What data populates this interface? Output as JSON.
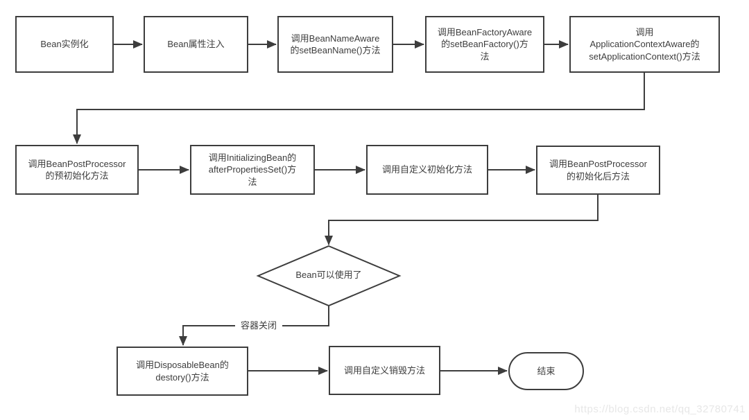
{
  "diagram": {
    "type": "flowchart",
    "topic": "Spring Bean lifecycle",
    "colors": {
      "background": "#ffffff",
      "stroke": "#3d3d3d",
      "text": "#3d3d3d",
      "watermark": "#e7e7e7"
    },
    "nodes": {
      "n1": {
        "shape": "rect",
        "label": "Bean实例化"
      },
      "n2": {
        "shape": "rect",
        "label": "Bean属性注入"
      },
      "n3": {
        "shape": "rect",
        "label": "调用BeanNameAware\n的setBeanName()方法"
      },
      "n4": {
        "shape": "rect",
        "label": "调用BeanFactoryAware\n的setBeanFactory()方\n法"
      },
      "n5": {
        "shape": "rect",
        "label": "调用\nApplicationContextAware的\nsetApplicationContext()方法"
      },
      "n6": {
        "shape": "rect",
        "label": "调用BeanPostProcessor\n的预初始化方法"
      },
      "n7": {
        "shape": "rect",
        "label": "调用InitializingBean的\nafterPropertiesSet()方\n法"
      },
      "n8": {
        "shape": "rect",
        "label": "调用自定义初始化方法"
      },
      "n9": {
        "shape": "rect",
        "label": "调用BeanPostProcessor\n的初始化后方法"
      },
      "decision": {
        "shape": "diamond",
        "label": "Bean可以使用了"
      },
      "n10": {
        "shape": "rect",
        "label": "调用DisposableBean的\ndestory()方法"
      },
      "n11": {
        "shape": "rect",
        "label": "调用自定义销毁方法"
      },
      "end": {
        "shape": "terminator",
        "label": "结束"
      }
    },
    "edges": [
      {
        "from": "n1",
        "to": "n2"
      },
      {
        "from": "n2",
        "to": "n3"
      },
      {
        "from": "n3",
        "to": "n4"
      },
      {
        "from": "n4",
        "to": "n5"
      },
      {
        "from": "n5",
        "to": "n6"
      },
      {
        "from": "n6",
        "to": "n7"
      },
      {
        "from": "n7",
        "to": "n8"
      },
      {
        "from": "n8",
        "to": "n9"
      },
      {
        "from": "n9",
        "to": "decision"
      },
      {
        "from": "decision",
        "to": "n10",
        "label": "容器关闭"
      },
      {
        "from": "n10",
        "to": "n11"
      },
      {
        "from": "n11",
        "to": "end"
      }
    ],
    "edge_label_close": "容器关闭",
    "watermark": "https://blog.csdn.net/qq_32780741"
  }
}
